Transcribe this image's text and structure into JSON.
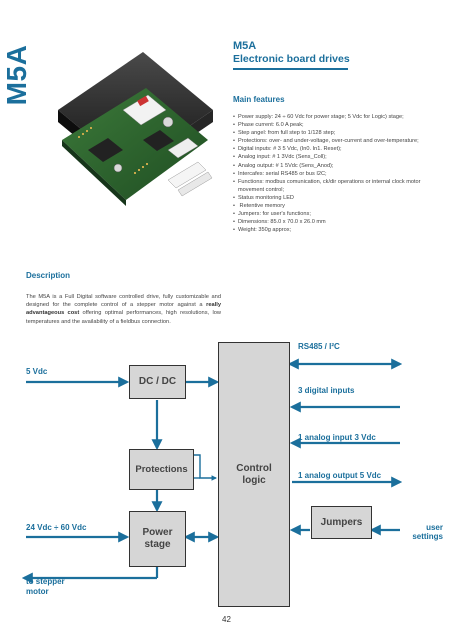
{
  "side_title": "M5A",
  "heading": {
    "title": "M5A",
    "subtitle": "Electronic board drives"
  },
  "features": {
    "title": "Main features",
    "items": [
      "Power supply: 24 ÷ 60 Vdc for power stage; 5 Vdc for Logic) stage;",
      "Phase current: 6.0 A peak;",
      "Step angel: from full step to 1/128 step;",
      "Protections: over- and under-voltage, over-current and over-temperature;",
      "Digital inputs: # 3 5 Vdc, (In0. In1. Reset);",
      "Analog input: # 1 3Vdc (Sens_Coll);",
      "Analog output: # 1 5Vdc (Sens_Anod);",
      "Intercafes: serial RS485 or bus I2C;",
      "Functions: modbus comunication, ck/dir operations or internal clock motor movement control;",
      "Status monitoring LED",
      " Retentive memory",
      "Jumpers: for user's functions;",
      "Dimensions: 85.0 x 70.0 x 26.0 mm",
      "Weight: 350g approx;"
    ]
  },
  "description": {
    "title": "Description",
    "text_before": "The M5A is a Full Digital software controlled drive, fully customizable and designed for the complete control of a stepper motor against a ",
    "text_bold": "really advantageous cost",
    "text_after": " offering optimal performances, high resolutions, low temperatures and the availability of a fieldbus connection."
  },
  "diagram": {
    "labels": {
      "in_5v": "5 Vdc",
      "in_24v": "24 Vdc ÷ 60 Vdc",
      "to_motor": "to stepper motor",
      "rs485": "RS485 / I²C",
      "digital": "3 digital inputs",
      "analog_in": "1 analog input 3 Vdc",
      "analog_out": "1  analog output 5 Vdc",
      "user_settings": "user settings"
    },
    "boxes": {
      "dcdc": "DC / DC",
      "protections": "Protections",
      "power": "Power stage",
      "control": "Control logic",
      "jumpers": "Jumpers"
    },
    "colors": {
      "accent": "#1b6f9c",
      "box": "#d6d6d6",
      "arrow": "#1b6f9c"
    }
  },
  "page_number": "42"
}
